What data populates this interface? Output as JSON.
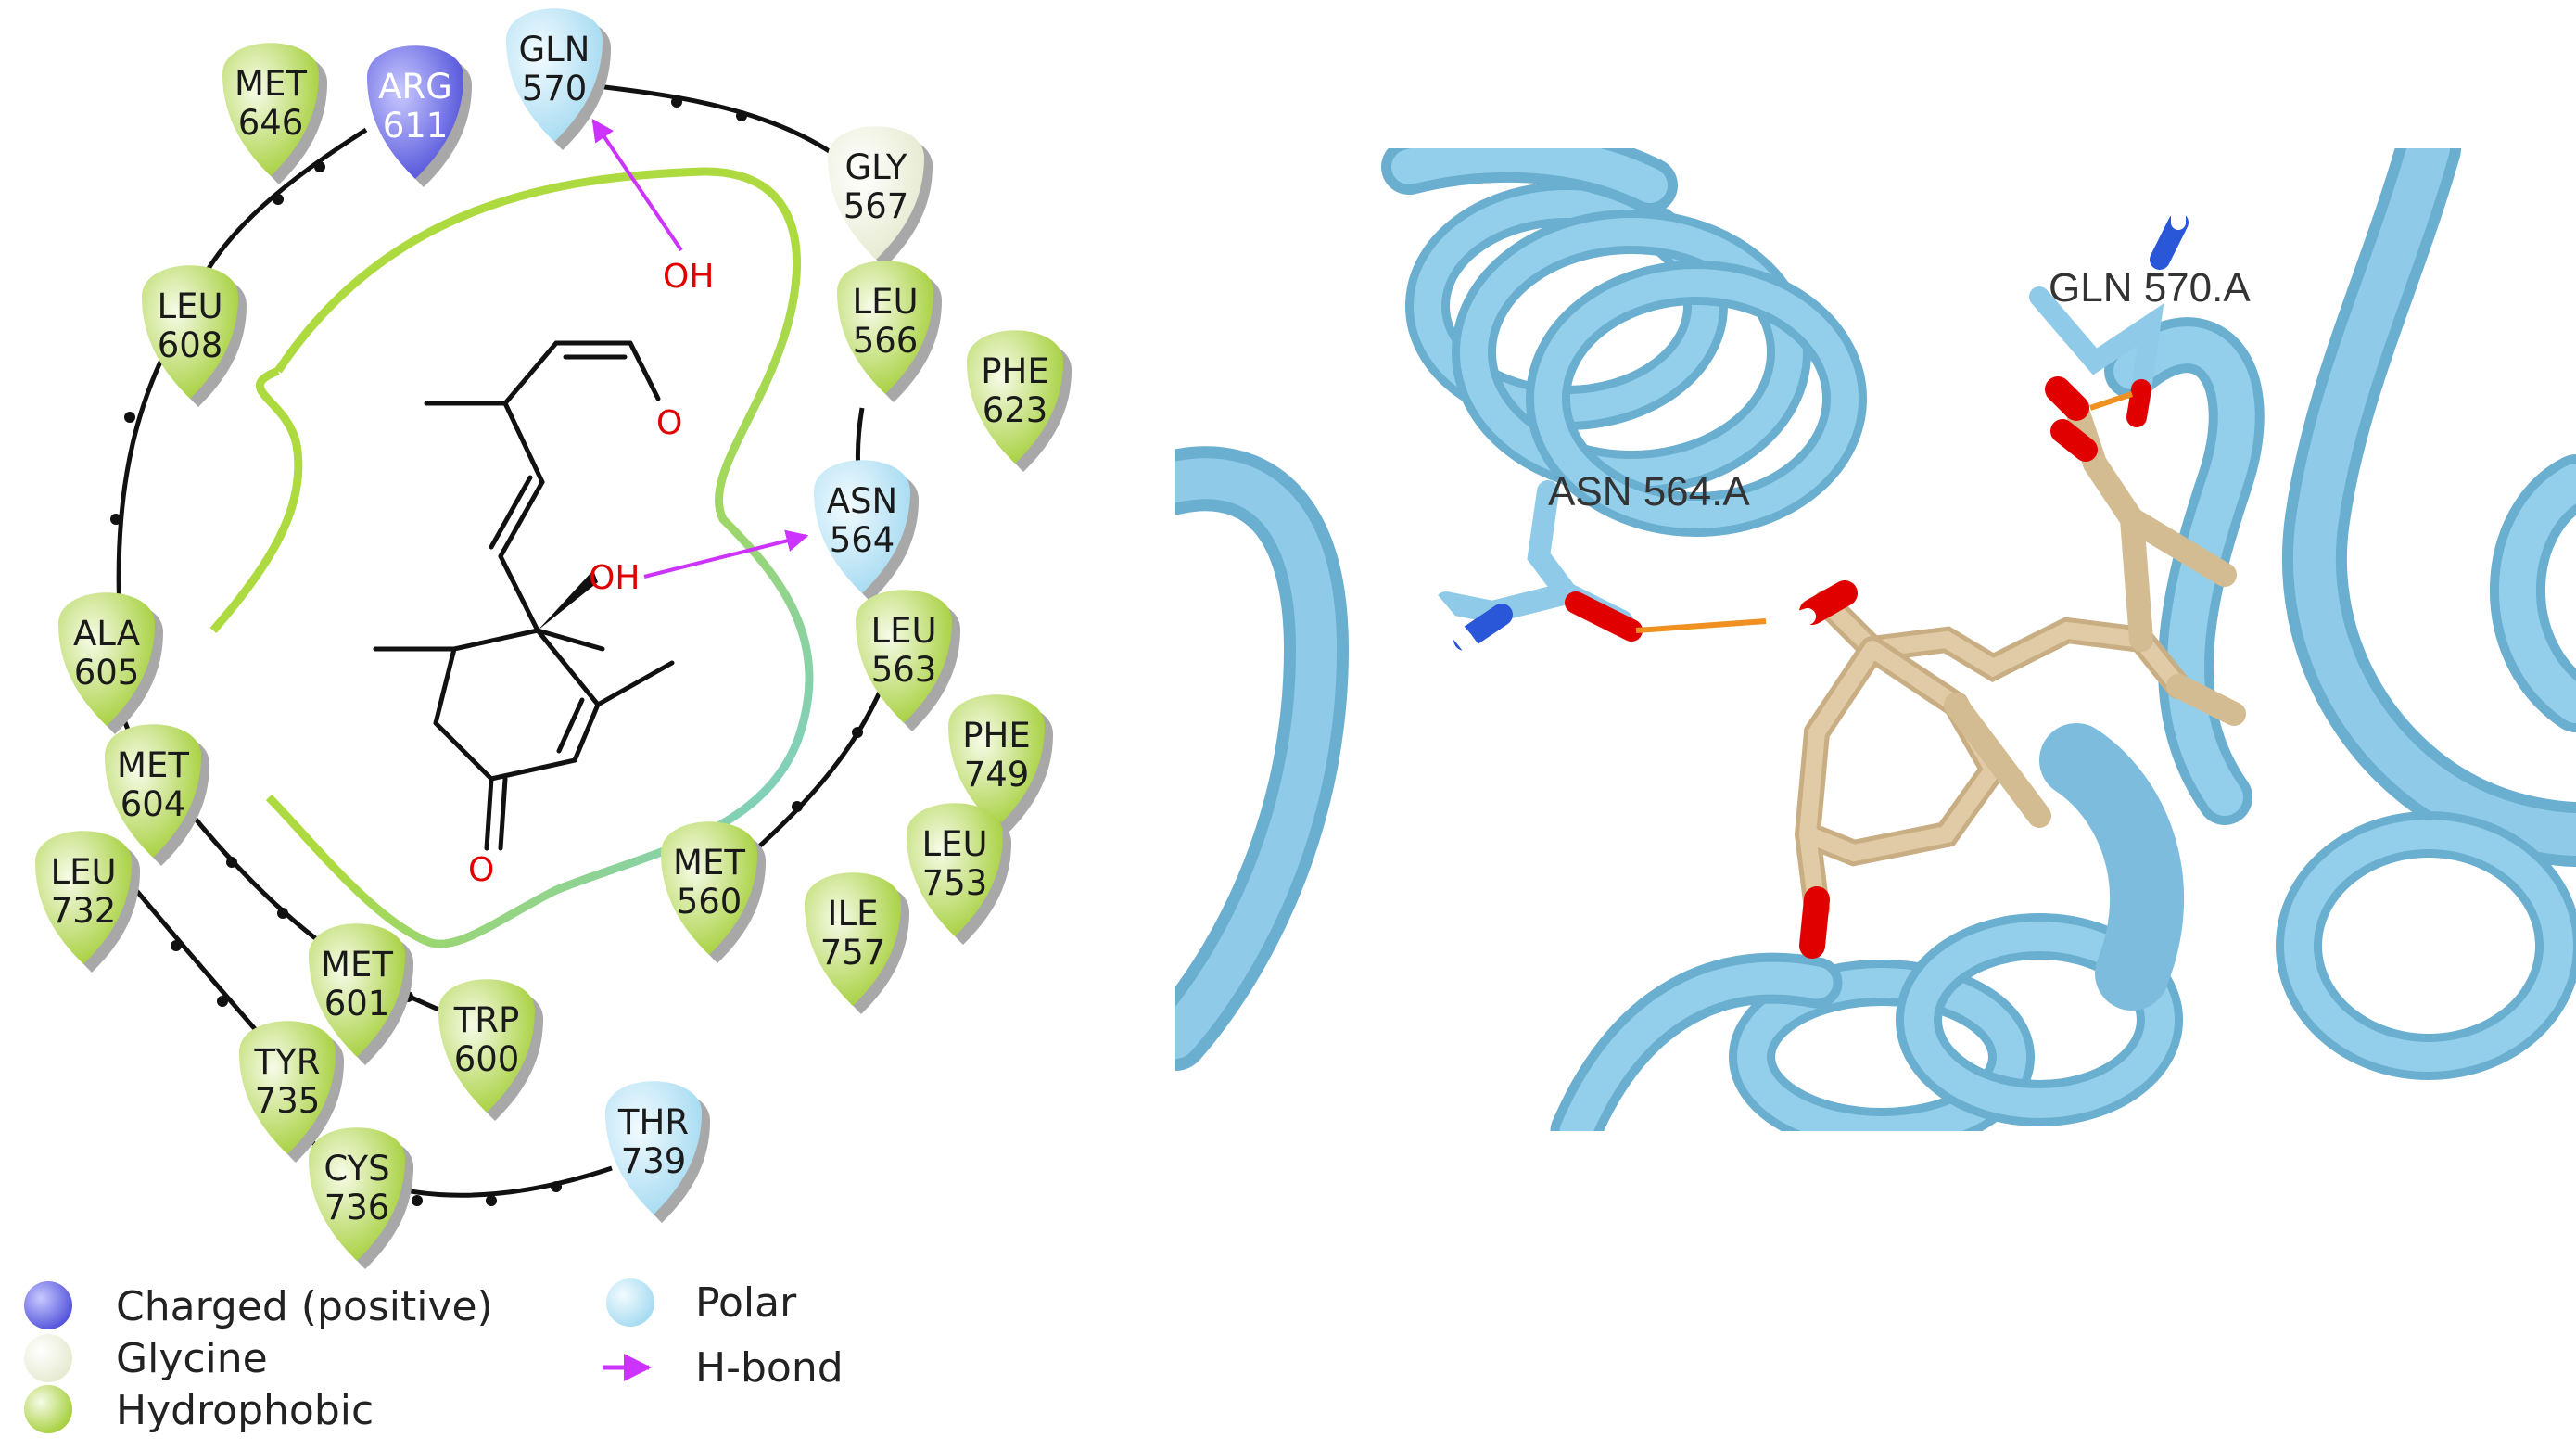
{
  "residues": [
    {
      "id": "met646",
      "name": "MET",
      "num": "646",
      "type": "hydrophobic"
    },
    {
      "id": "arg611",
      "name": "ARG",
      "num": "611",
      "type": "charged"
    },
    {
      "id": "gln570",
      "name": "GLN",
      "num": "570",
      "type": "polar"
    },
    {
      "id": "gly567",
      "name": "GLY",
      "num": "567",
      "type": "glycine"
    },
    {
      "id": "leu566",
      "name": "LEU",
      "num": "566",
      "type": "hydrophobic"
    },
    {
      "id": "phe623",
      "name": "PHE",
      "num": "623",
      "type": "hydrophobic"
    },
    {
      "id": "leu608",
      "name": "LEU",
      "num": "608",
      "type": "hydrophobic"
    },
    {
      "id": "asn564",
      "name": "ASN",
      "num": "564",
      "type": "polar"
    },
    {
      "id": "ala605",
      "name": "ALA",
      "num": "605",
      "type": "hydrophobic"
    },
    {
      "id": "leu563",
      "name": "LEU",
      "num": "563",
      "type": "hydrophobic"
    },
    {
      "id": "met604",
      "name": "MET",
      "num": "604",
      "type": "hydrophobic"
    },
    {
      "id": "phe749",
      "name": "PHE",
      "num": "749",
      "type": "hydrophobic"
    },
    {
      "id": "leu732",
      "name": "LEU",
      "num": "732",
      "type": "hydrophobic"
    },
    {
      "id": "met560",
      "name": "MET",
      "num": "560",
      "type": "hydrophobic"
    },
    {
      "id": "leu753",
      "name": "LEU",
      "num": "753",
      "type": "hydrophobic"
    },
    {
      "id": "ile757",
      "name": "ILE",
      "num": "757",
      "type": "hydrophobic"
    },
    {
      "id": "met601",
      "name": "MET",
      "num": "601",
      "type": "hydrophobic"
    },
    {
      "id": "trp600",
      "name": "TRP",
      "num": "600",
      "type": "hydrophobic"
    },
    {
      "id": "tyr735",
      "name": "TYR",
      "num": "735",
      "type": "hydrophobic"
    },
    {
      "id": "cys736",
      "name": "CYS",
      "num": "736",
      "type": "hydrophobic"
    },
    {
      "id": "thr739",
      "name": "THR",
      "num": "739",
      "type": "polar"
    }
  ],
  "colors": {
    "charged": "#6f6fe8",
    "polar": "#bfe8f8",
    "glycine": "#f4f6e4",
    "hydrophobic": "#b8dc4a",
    "hbond": "#cc33ff",
    "ribbon": "#8cc8e6",
    "ligand": "#d8c19a"
  },
  "ligand": {
    "oh_top": "OH",
    "o_acid": "O",
    "oh_ring": "OH",
    "o_ketone": "O"
  },
  "legend": {
    "charged": "Charged (positive)",
    "glycine": "Glycine",
    "hydrophobic": "Hydrophobic",
    "polar": "Polar",
    "hbond": "H-bond"
  },
  "labels3d": {
    "gln": "GLN 570.A",
    "asn": "ASN 564.A"
  }
}
